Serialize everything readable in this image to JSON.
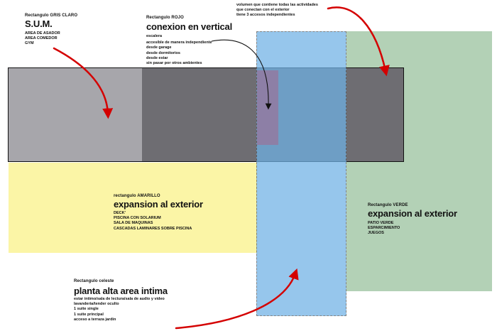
{
  "colors": {
    "gris_claro": "#a7a6ab",
    "gris_oscuro": "#6e6d72",
    "rojo": "#e10000",
    "amarillo": "#fbf5a6",
    "celeste": "#6eb1e6",
    "verde": "#b3d1b6",
    "arrow": "#d40000"
  },
  "sum": {
    "tag": "Rectangulo GRIS CLARO",
    "title": "S.U.M.",
    "items": [
      "AREA DE ASADOR",
      "AREA COMEDOR",
      "GYM"
    ]
  },
  "rojo": {
    "tag": "Rectangulo ROJO",
    "title": "conexion en vertical",
    "items": [
      "escalera",
      "accesible de manera independiente",
      "desde garage",
      "desde dormitorios",
      "desde estar",
      "sin pasar por otros ambientes"
    ]
  },
  "top_note": {
    "items": [
      "volumen que contiene todas las actividades",
      "que conectan con el exterior",
      "tiene 3 accesos independientes"
    ]
  },
  "amarillo": {
    "tag": "rectangulo AMARILLO",
    "title": "expansion al exterior",
    "items": [
      "DECK'",
      "PISCINA CON SOLARIUM",
      "SALA DE MAQUINAS",
      "CASCADAS LAMINARES SOBRE PISCINA"
    ]
  },
  "verde": {
    "tag": "Rectangulo VERDE",
    "title": "expansion al exterior",
    "items": [
      "PATIO VERDE",
      "ESPARCIMIENTO",
      "JUEGOS"
    ]
  },
  "celeste": {
    "tag": "Rectangulo celeste",
    "title": "planta alta area intima",
    "items": [
      "estar intimo/sala de lectura/sala de audio y video",
      "lavanderia/tender oculto",
      "1 suite single",
      "1 suite principal",
      "acceso a terraza jardin"
    ]
  }
}
